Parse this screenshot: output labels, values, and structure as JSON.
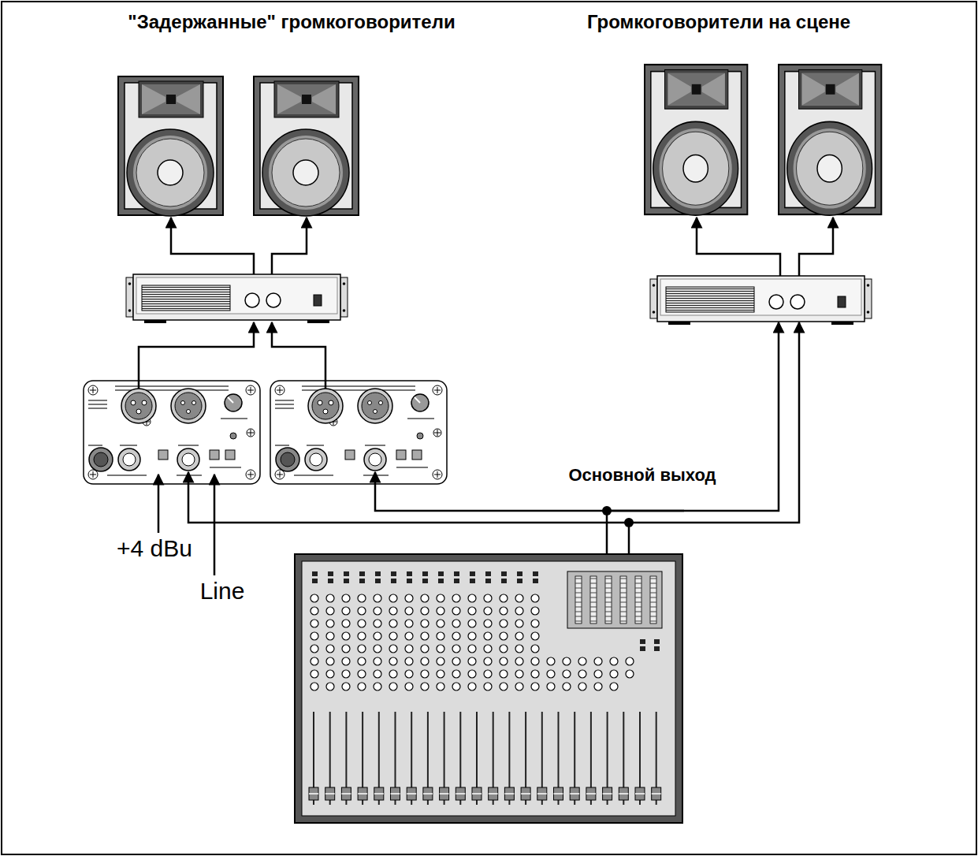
{
  "diagram": {
    "labels": [
      "\"Задержанные\" громкоговорители",
      "Громкоговорители на сцене",
      "Основной выход",
      "+4 dBu",
      "Line"
    ]
  }
}
